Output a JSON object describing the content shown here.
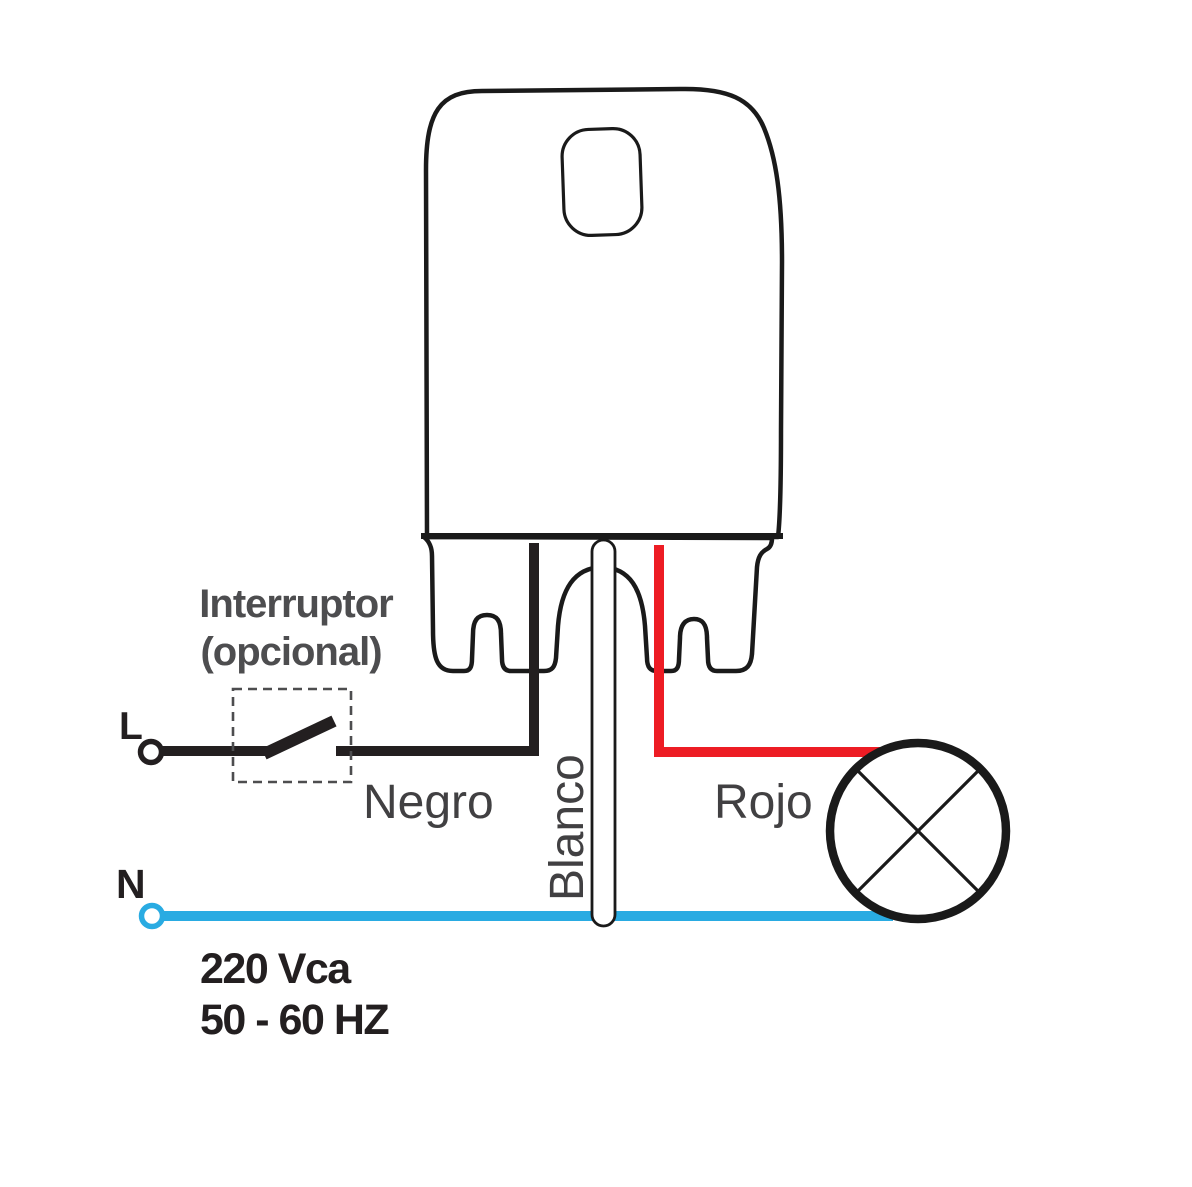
{
  "diagram": {
    "title": "photocell-wiring-diagram",
    "labels": {
      "switch_line1": "Interruptor",
      "switch_line2": "(opcional)",
      "line_terminal": "L",
      "neutral_terminal": "N",
      "black_wire": "Negro",
      "white_wire": "Blanco",
      "red_wire": "Rojo",
      "voltage": "220 Vca",
      "frequency": "50 - 60 HZ"
    },
    "colors": {
      "outline": "#1A1A1A",
      "black_wire": "#231F20",
      "red_wire": "#ED1C24",
      "blue_wire": "#29ABE2",
      "label_gray": "#4D4D4F",
      "wire_label_gray": "#414042"
    }
  }
}
